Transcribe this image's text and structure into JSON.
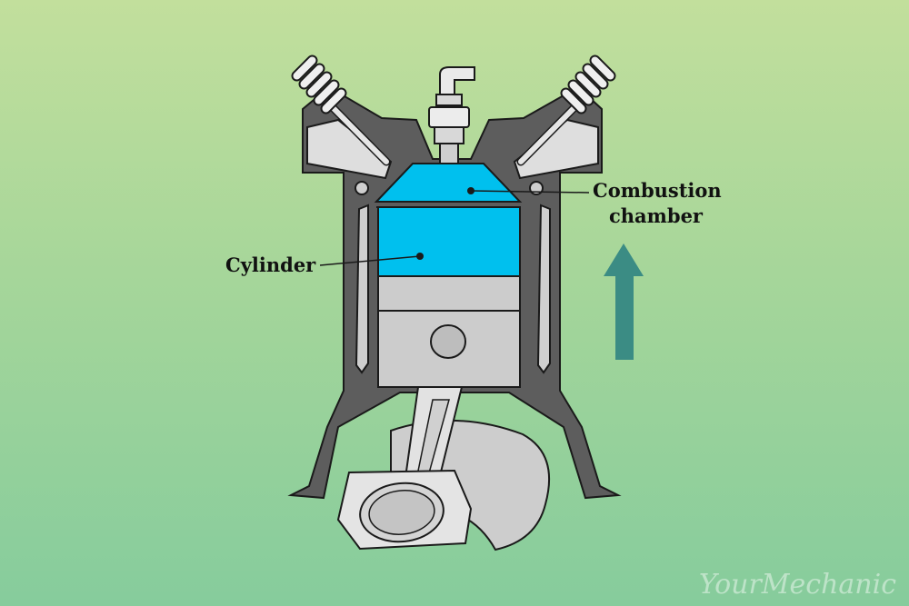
{
  "labels": {
    "cylinder": "Cylinder",
    "combustion_line1": "Combustion",
    "combustion_line2": "chamber"
  },
  "watermark": "YourMechanic",
  "arrow_direction": "up",
  "icons": [
    "up-arrow-icon",
    "spark-plug-icon",
    "valve-spring-icon"
  ],
  "colors": {
    "background_top": "#c2df9c",
    "background_bottom": "#86cc9c",
    "engine_block": "#5d5d5d",
    "chamber_fill": "#00c0ee",
    "piston": "#cccccc",
    "arrow": "#3b8c84",
    "outline": "#1a1a1a"
  }
}
